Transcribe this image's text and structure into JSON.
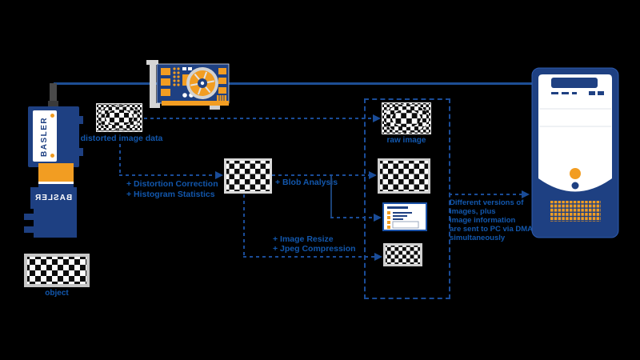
{
  "colors": {
    "background": "#000000",
    "device_navy": "#1e4082",
    "accent_orange": "#f29d22",
    "line_blue": "#1d4e95",
    "dash_blue": "#1a4c98",
    "text_blue": "#1257ad"
  },
  "camera": {
    "brand": "BASLER"
  },
  "labels": {
    "distorted_image": "distorted image data",
    "object": "object",
    "raw_image": "raw image",
    "distortion_correction": "+ Distortion Correction",
    "histogram_statistics": "+ Histogram Statistics",
    "blob_analysis": "+ Blob Analysis",
    "image_resize": "+ Image Resize",
    "jpeg_compression": "+ Jpeg Compression"
  },
  "note": {
    "lines": [
      "Different versions of",
      "images, plus",
      "image information",
      "are sent to PC via DMA",
      "simultaneously"
    ]
  }
}
